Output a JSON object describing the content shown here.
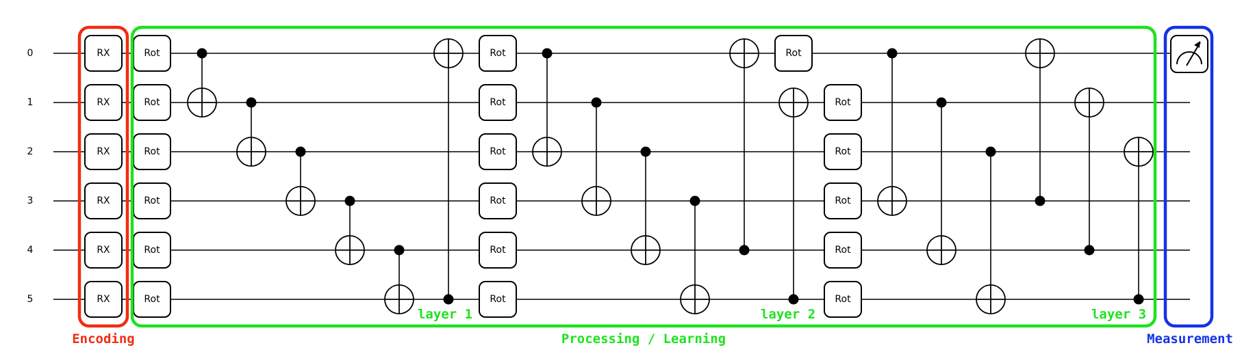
{
  "qubits": [
    "0",
    "1",
    "2",
    "3",
    "4",
    "5"
  ],
  "gate_labels": {
    "encoding": "RX",
    "rotation": "Rot"
  },
  "sections": {
    "encoding": {
      "label": "Encoding",
      "color": "#f02d14"
    },
    "processing": {
      "label": "Processing / Learning",
      "color": "#1ee21e"
    },
    "measurement": {
      "label": "Measurement",
      "color": "#1432e6"
    }
  },
  "layers": [
    {
      "label": "layer 1"
    },
    {
      "label": "layer 2"
    },
    {
      "label": "layer 3"
    }
  ],
  "measure_icon": "meter-icon"
}
